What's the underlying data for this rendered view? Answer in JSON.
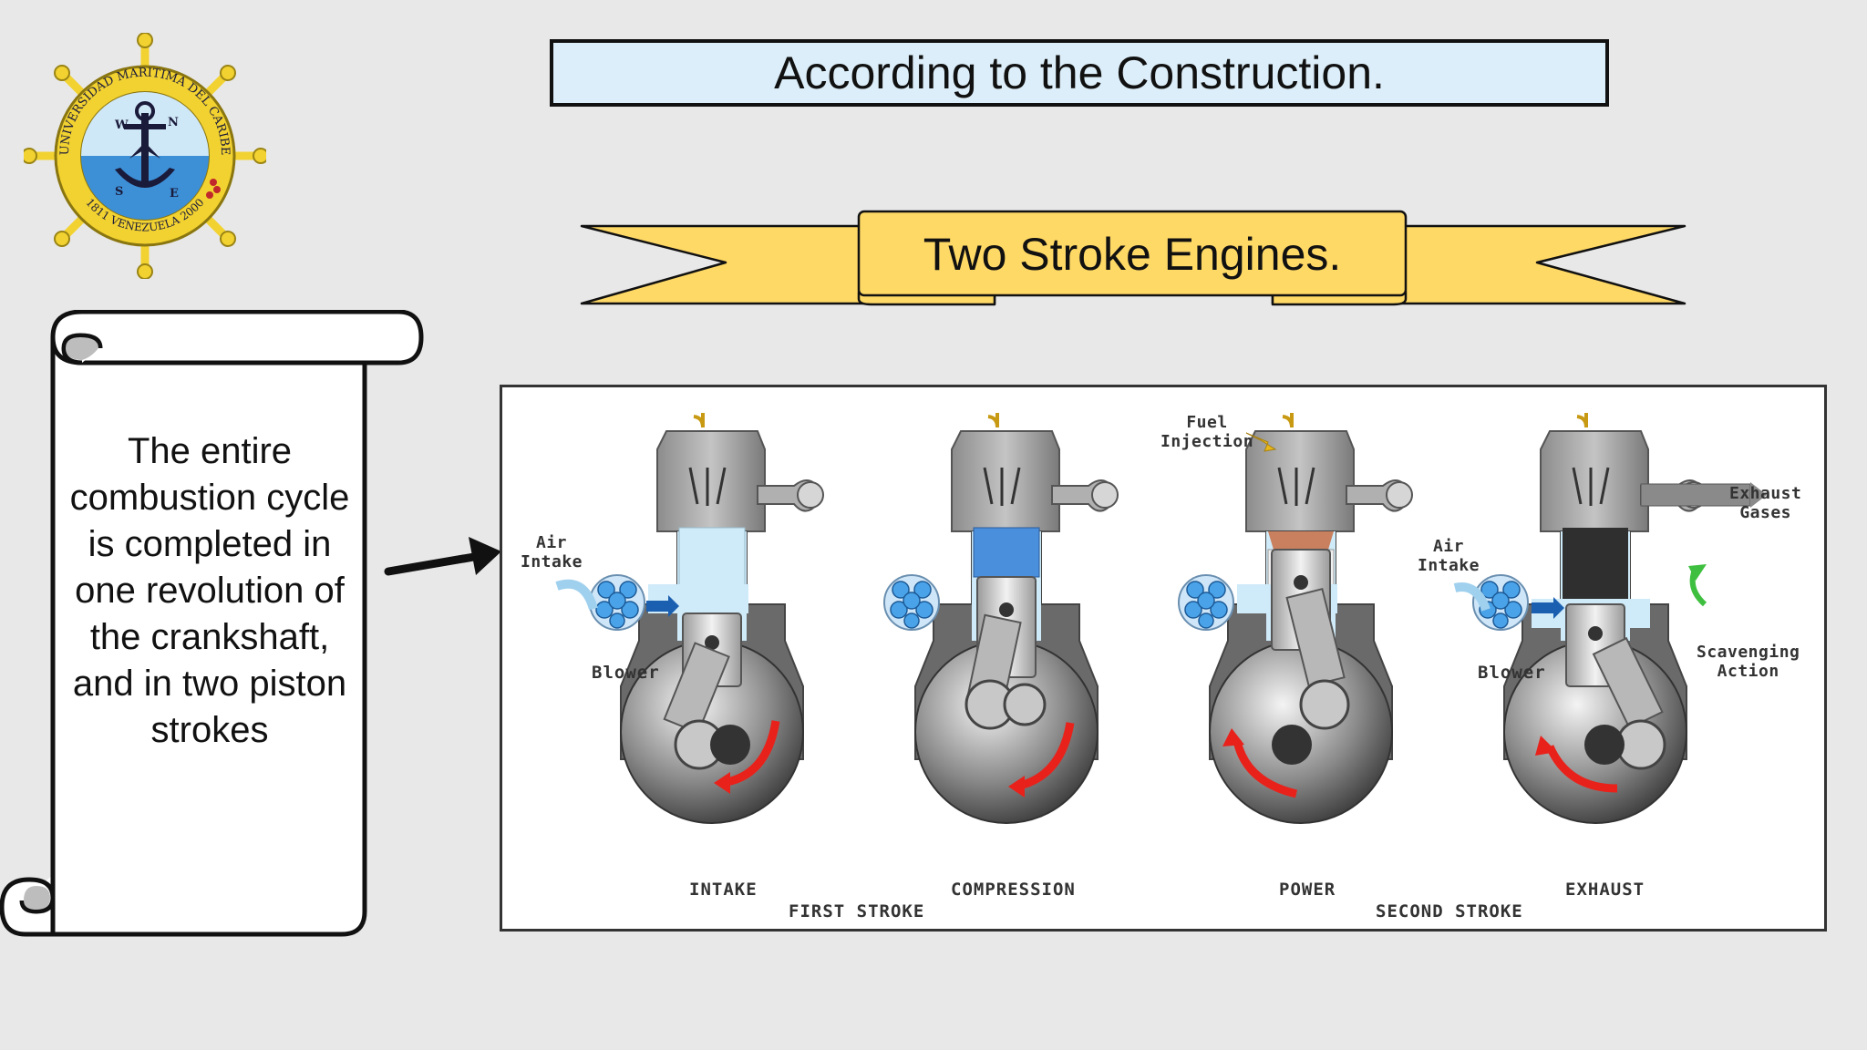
{
  "header": {
    "title": "According to the Construction."
  },
  "banner": {
    "text": "Two Stroke Engines."
  },
  "scroll": {
    "text": "The entire combustion cycle is completed in one revolution of the crankshaft, and in two piston strokes"
  },
  "logo": {
    "ring_text": "UNIVERSIDAD MARITIMA DEL CARIBE",
    "bottom_text": "1811 VENEZUELA 2000",
    "compass": [
      "W",
      "N",
      "S",
      "E"
    ]
  },
  "diagram": {
    "stages": [
      {
        "label": "INTAKE"
      },
      {
        "label": "COMPRESSION"
      },
      {
        "label": "POWER"
      },
      {
        "label": "EXHAUST"
      }
    ],
    "strokes": [
      "FIRST STROKE",
      "SECOND STROKE"
    ],
    "callouts": {
      "air_intake_1": "Air\nIntake",
      "blower_1": "Blower",
      "fuel_injection": "Fuel\nInjection",
      "air_intake_2": "Air\nIntake",
      "blower_2": "Blower",
      "exhaust_gases": "Exhaust\nGases",
      "scavenging": "Scavenging\nAction"
    }
  },
  "colors": {
    "background": "#e8e8e8",
    "title_fill": "#dceef9",
    "ribbon_fill": "#ffd966",
    "arrow_red": "#e8221b",
    "air_blue": "#4aa3e8"
  }
}
